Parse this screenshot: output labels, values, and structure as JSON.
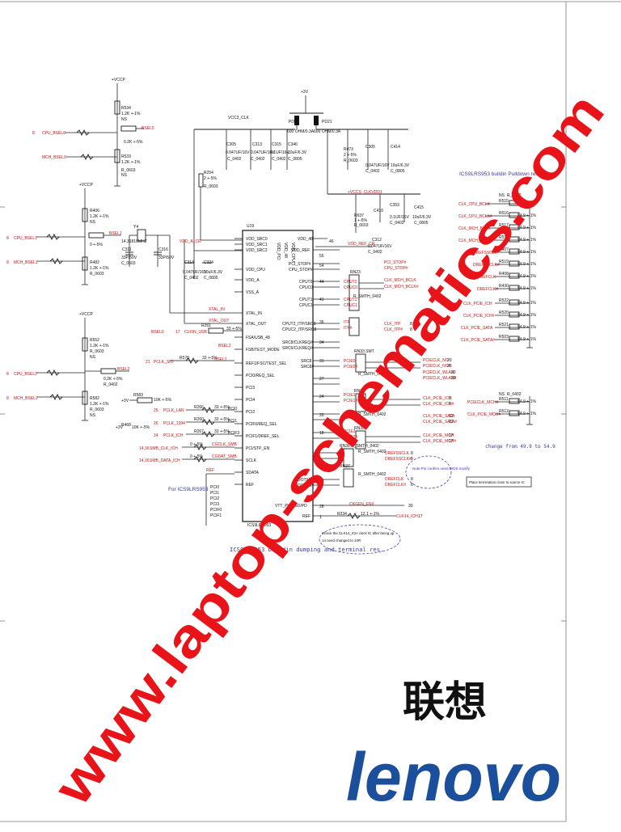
{
  "supply_labels": [
    "+VCCP",
    "+VCCP",
    "+VCCP",
    "+3V",
    "VCC3_CLK",
    "+VCCS_CLKVDD1"
  ],
  "ic": {
    "ref": "U19",
    "part": "ICS9LRS953",
    "left_pins": [
      "VDD_SRC0",
      "VDD_SRC1",
      "VDD_SRC2",
      "VDD_CPU",
      "VDD_A",
      "VSS_A",
      "XTAL_IN",
      "XTAL_OUT",
      "FSA/USB_48",
      "FSB/TEST_MODE",
      "REF1/FSC/TEST_SEL",
      "PCI0/REQ_SEL",
      "PCI3",
      "PCI4",
      "PCI2",
      "PCIF0/REQ_SEL",
      "PCIF1/DREF_SEL",
      "PCI/STP_EN",
      "SCLK",
      "SDATA",
      "REF"
    ],
    "right_pins": [
      "VDD_48",
      "VDD_REF",
      "PCI_STOP#",
      "CPU_STOP#",
      "CPUT0",
      "CPUC0",
      "CPUT1",
      "CPUC1",
      "CPUT2_ITP/SRC8",
      "CPUC2_ITP/SRC8",
      "SRC8/CLKREQ#",
      "SRC9/CLKREQ#",
      "SRC8",
      "SRC8#",
      "DOT96",
      "DOT96#",
      "VTT_PWRGD/PD",
      "REF"
    ]
  },
  "left_nets": [
    "CPU_BSEL0",
    "MCH_BSEL0",
    "CPU_BSEL1",
    "MCH_BSEL1",
    "CPU_BSEL2",
    "MCH_BSEL2",
    "XTAL_IN",
    "XTAL_OUT",
    "BSEL2",
    "CLKIN_USB",
    "PCLK_SIO",
    "PCLK_LAN",
    "PCLK_1394",
    "PCLK_ICH",
    "SMB_CLK_ICH",
    "SMB_DATA_ICH",
    "REF"
  ],
  "right_nets": [
    "CLK_CPU_BCLK",
    "CLK_CPU_BCLK#",
    "CLK_MCH_BCLK",
    "CLK_MCH_BCLK#",
    "DREFSSCLK",
    "DREFSSCLK#",
    "DREFCLK",
    "DREFCLK#",
    "CLK_PCIE_ICH",
    "CLK_PCIE_ICH#",
    "CLK_PCIE_SATA",
    "CLK_PCIE_SATA#",
    "PCIECLK_MCH",
    "PCIECLK_WLAN",
    "PCIECLK_MCH#",
    "CLK_PCIE_MCH",
    "CLK_PCIE_MCH#",
    "CKGEN_EN#",
    "CLK14_ICH"
  ],
  "resistor_value": "54.9 +-1%",
  "notes": {
    "buildin": "ICS9LRS953 buildin Pulldown res.",
    "termination": "ICS9LRS953 buildin dumping and terminal res.",
    "change": "change from 49.9 to 54.9",
    "place": "Place termination close to source IC",
    "for": "For ICS9LRS953",
    "check1": "Check the CLK14_ICH clock IC after being up",
    "check2": "14 need changed to 10R",
    "note_bios": "Note:Pin confirm need BIOS modify"
  },
  "watermark": "www.laptop-schematics.com",
  "logo": {
    "chinese": "联想",
    "brand": "lenovo"
  },
  "colors": {
    "watermark": "#e8141a",
    "logo_blue": "#1b4f9c",
    "wire": "#222222"
  }
}
